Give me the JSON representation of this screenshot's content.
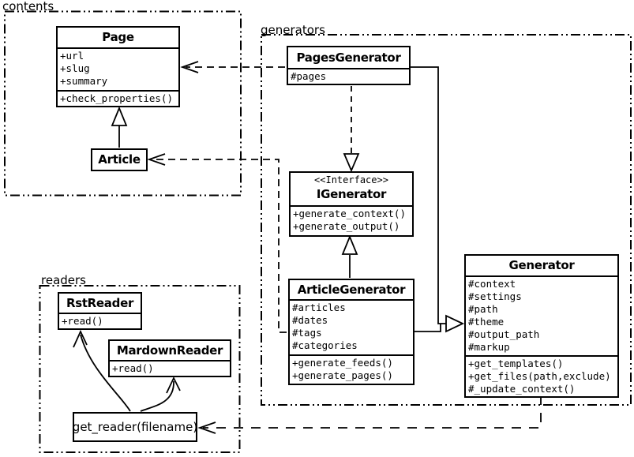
{
  "diagram": {
    "background_color": "#ffffff",
    "line_color": "#000000"
  },
  "packages": {
    "contents": {
      "label": "contents"
    },
    "generators": {
      "label": "generators"
    },
    "readers": {
      "label": "readers"
    }
  },
  "classes": {
    "page": {
      "title": "Page",
      "attributes": [
        "+url",
        "+slug",
        "+summary"
      ],
      "methods": [
        "+check_properties()"
      ]
    },
    "article": {
      "title": "Article"
    },
    "pages_generator": {
      "title": "PagesGenerator",
      "attributes": [
        "#pages"
      ]
    },
    "igenerator": {
      "stereotype": "<<Interface>>",
      "title": "IGenerator",
      "methods": [
        "+generate_context()",
        "+generate_output()"
      ]
    },
    "article_generator": {
      "title": "ArticleGenerator",
      "attributes": [
        "#articles",
        "#dates",
        "#tags",
        "#categories"
      ],
      "methods": [
        "+generate_feeds()",
        "+generate_pages()"
      ]
    },
    "generator": {
      "title": "Generator",
      "attributes": [
        "#context",
        "#settings",
        "#path",
        "#theme",
        "#output_path",
        "#markup"
      ],
      "methods": [
        "+get_templates()",
        "+get_files(path,exclude)",
        "#_update_context()"
      ]
    },
    "rst_reader": {
      "title": "RstReader",
      "methods": [
        "+read()"
      ]
    },
    "mardown_reader": {
      "title": "MardownReader",
      "methods": [
        "+read()"
      ]
    },
    "function_get_reader": {
      "title": "get_reader(filename)"
    }
  },
  "relationships": [
    "Article --|> Page (generalization)",
    "PagesGenerator ..|> IGenerator (realization)",
    "ArticleGenerator --|> IGenerator (generalization)",
    "PagesGenerator --|> Generator (generalization)",
    "ArticleGenerator --|> Generator (generalization)",
    "PagesGenerator ..> Page (dependency)",
    "ArticleGenerator ..> Article (dependency)",
    "Generator ..> get_reader(filename) (dependency)",
    "get_reader(filename) -> RstReader",
    "get_reader(filename) -> MardownReader"
  ]
}
